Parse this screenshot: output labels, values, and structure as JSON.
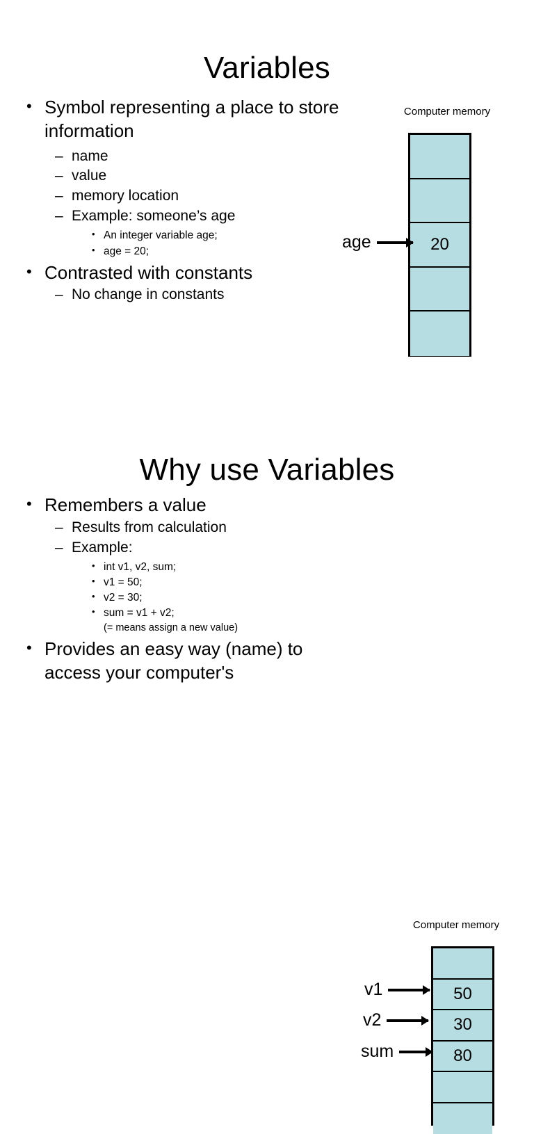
{
  "slides": [
    {
      "title": "Variables",
      "bullets": [
        {
          "level": 1,
          "marker": "•",
          "text": "Symbol representing a place to store information"
        },
        {
          "level": 2,
          "marker": "–",
          "text": "name"
        },
        {
          "level": 2,
          "marker": "–",
          "text": "value"
        },
        {
          "level": 2,
          "marker": "–",
          "text": "memory location"
        },
        {
          "level": 2,
          "marker": "–",
          "text": "Example: someone’s age"
        },
        {
          "level": 3,
          "marker": "•",
          "text": "An integer variable age;"
        },
        {
          "level": 3,
          "marker": "•",
          "text": "age = 20;"
        },
        {
          "level": 1,
          "marker": "•",
          "text": "Contrasted with constants"
        },
        {
          "level": 2,
          "marker": "–",
          "text": "No change in constants"
        }
      ],
      "diagram": {
        "caption": "Computer memory",
        "cells": [
          "",
          "",
          "20",
          "",
          ""
        ],
        "pointers": [
          {
            "label": "age",
            "cell_index": 2
          }
        ],
        "fill_color": "#b6dde1",
        "border_color": "#000000"
      }
    },
    {
      "title": "Why use Variables",
      "bullets": [
        {
          "level": 1,
          "marker": "•",
          "text": "Remembers a value"
        },
        {
          "level": 2,
          "marker": "–",
          "text": "Results from calculation"
        },
        {
          "level": 2,
          "marker": "–",
          "text": "Example:"
        },
        {
          "level": 3,
          "marker": "•",
          "text": "int v1, v2, sum;"
        },
        {
          "level": 3,
          "marker": "•",
          "text": "v1 = 50;"
        },
        {
          "level": 3,
          "marker": "•",
          "text": "v2 = 30;"
        },
        {
          "level": 3,
          "marker": "•",
          "text": "sum = v1 + v2;"
        },
        {
          "level": 4,
          "marker": "",
          "text": "(=  means assign a new value)"
        },
        {
          "level": 1,
          "marker": "•",
          "text": "Provides an easy way (name) to access your computer's"
        }
      ],
      "diagram": {
        "caption": "Computer memory",
        "cells": [
          "",
          "50",
          "30",
          "80",
          "",
          ""
        ],
        "pointers": [
          {
            "label": "v1",
            "cell_index": 1
          },
          {
            "label": "v2",
            "cell_index": 2
          },
          {
            "label": "sum",
            "cell_index": 3
          }
        ],
        "fill_color": "#b6dde1",
        "border_color": "#000000"
      }
    }
  ]
}
